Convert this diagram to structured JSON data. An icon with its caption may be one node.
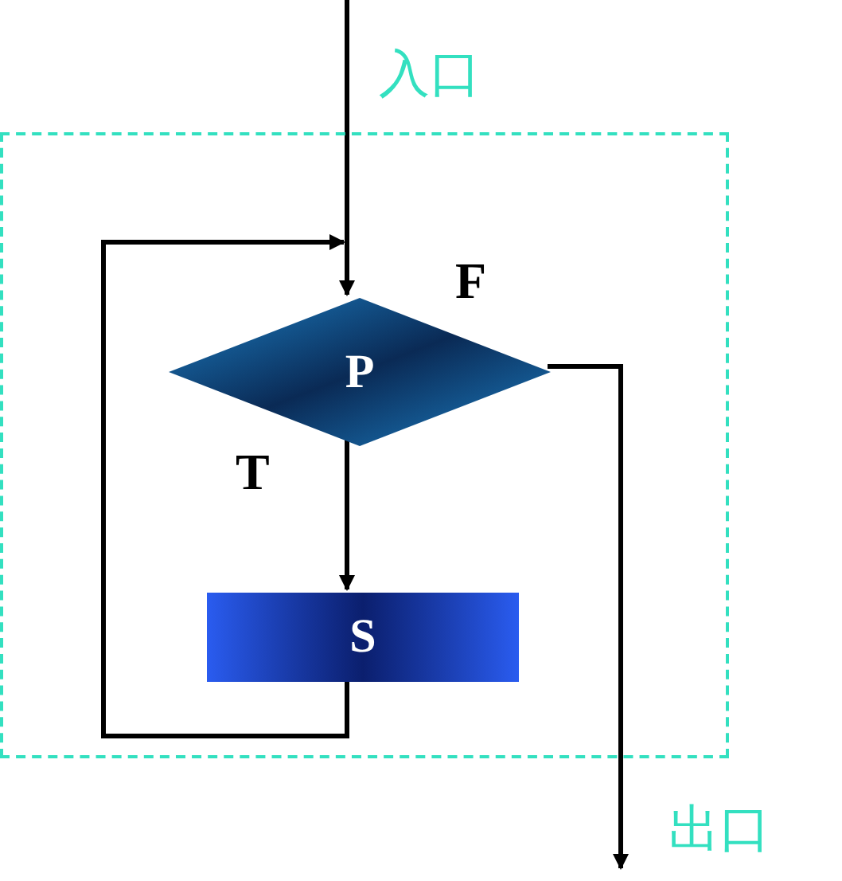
{
  "diagram": {
    "nodes": [
      {
        "text": [],
        "shape": "box"
      },
      {
        "text": [
          "P"
        ],
        "in": 0
      },
      {
        "text": [
          "S"
        ],
        "in": 0
      }
    ],
    "edges": [
      {
        "from": null,
        "to": 1,
        "arrow": "to",
        "label": "入口"
      },
      {
        "from": 1,
        "to": 2,
        "arrow": "to",
        "label": "T"
      },
      {
        "from": 2,
        "to": 1,
        "arrow": "to"
      },
      {
        "from": 1,
        "to": null,
        "arrow": "to",
        "label": "F"
      }
    ],
    "labels": [
      "出口"
    ]
  }
}
